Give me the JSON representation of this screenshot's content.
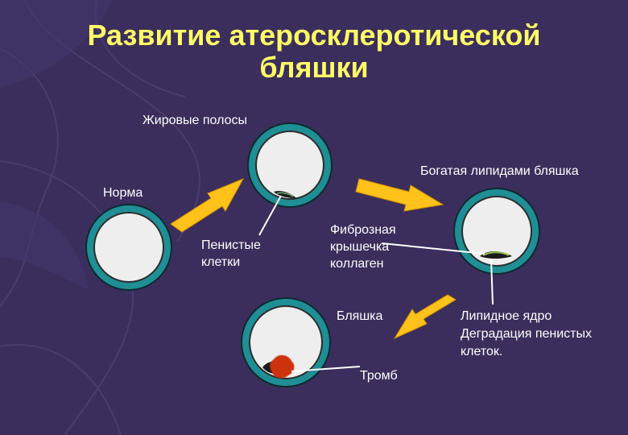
{
  "title": {
    "line1": "Развитие атеросклеротической",
    "line2": "бляшки"
  },
  "stages": {
    "normal": "Норма",
    "fatty_streaks": "Жировые полосы",
    "lipid_rich_plaque": "Богатая липидами бляшка",
    "plaque": "Бляшка"
  },
  "annotations": {
    "foam_cells": [
      "Пенистые",
      "клетки"
    ],
    "fibrous_cap": [
      "Фиброзная",
      "крышечка",
      "коллаген"
    ],
    "lipid_core": [
      "Липидное ядро",
      "Деградация пенистых",
      "клеток."
    ],
    "thrombus": "Тромб"
  },
  "colors": {
    "background": "#3b2e5c",
    "title": "#ffff66",
    "vessel_wall": "#1f8f95",
    "lumen": "#eeeeee",
    "arrow": "#ffc21a",
    "thrombus": "#cc3311"
  }
}
